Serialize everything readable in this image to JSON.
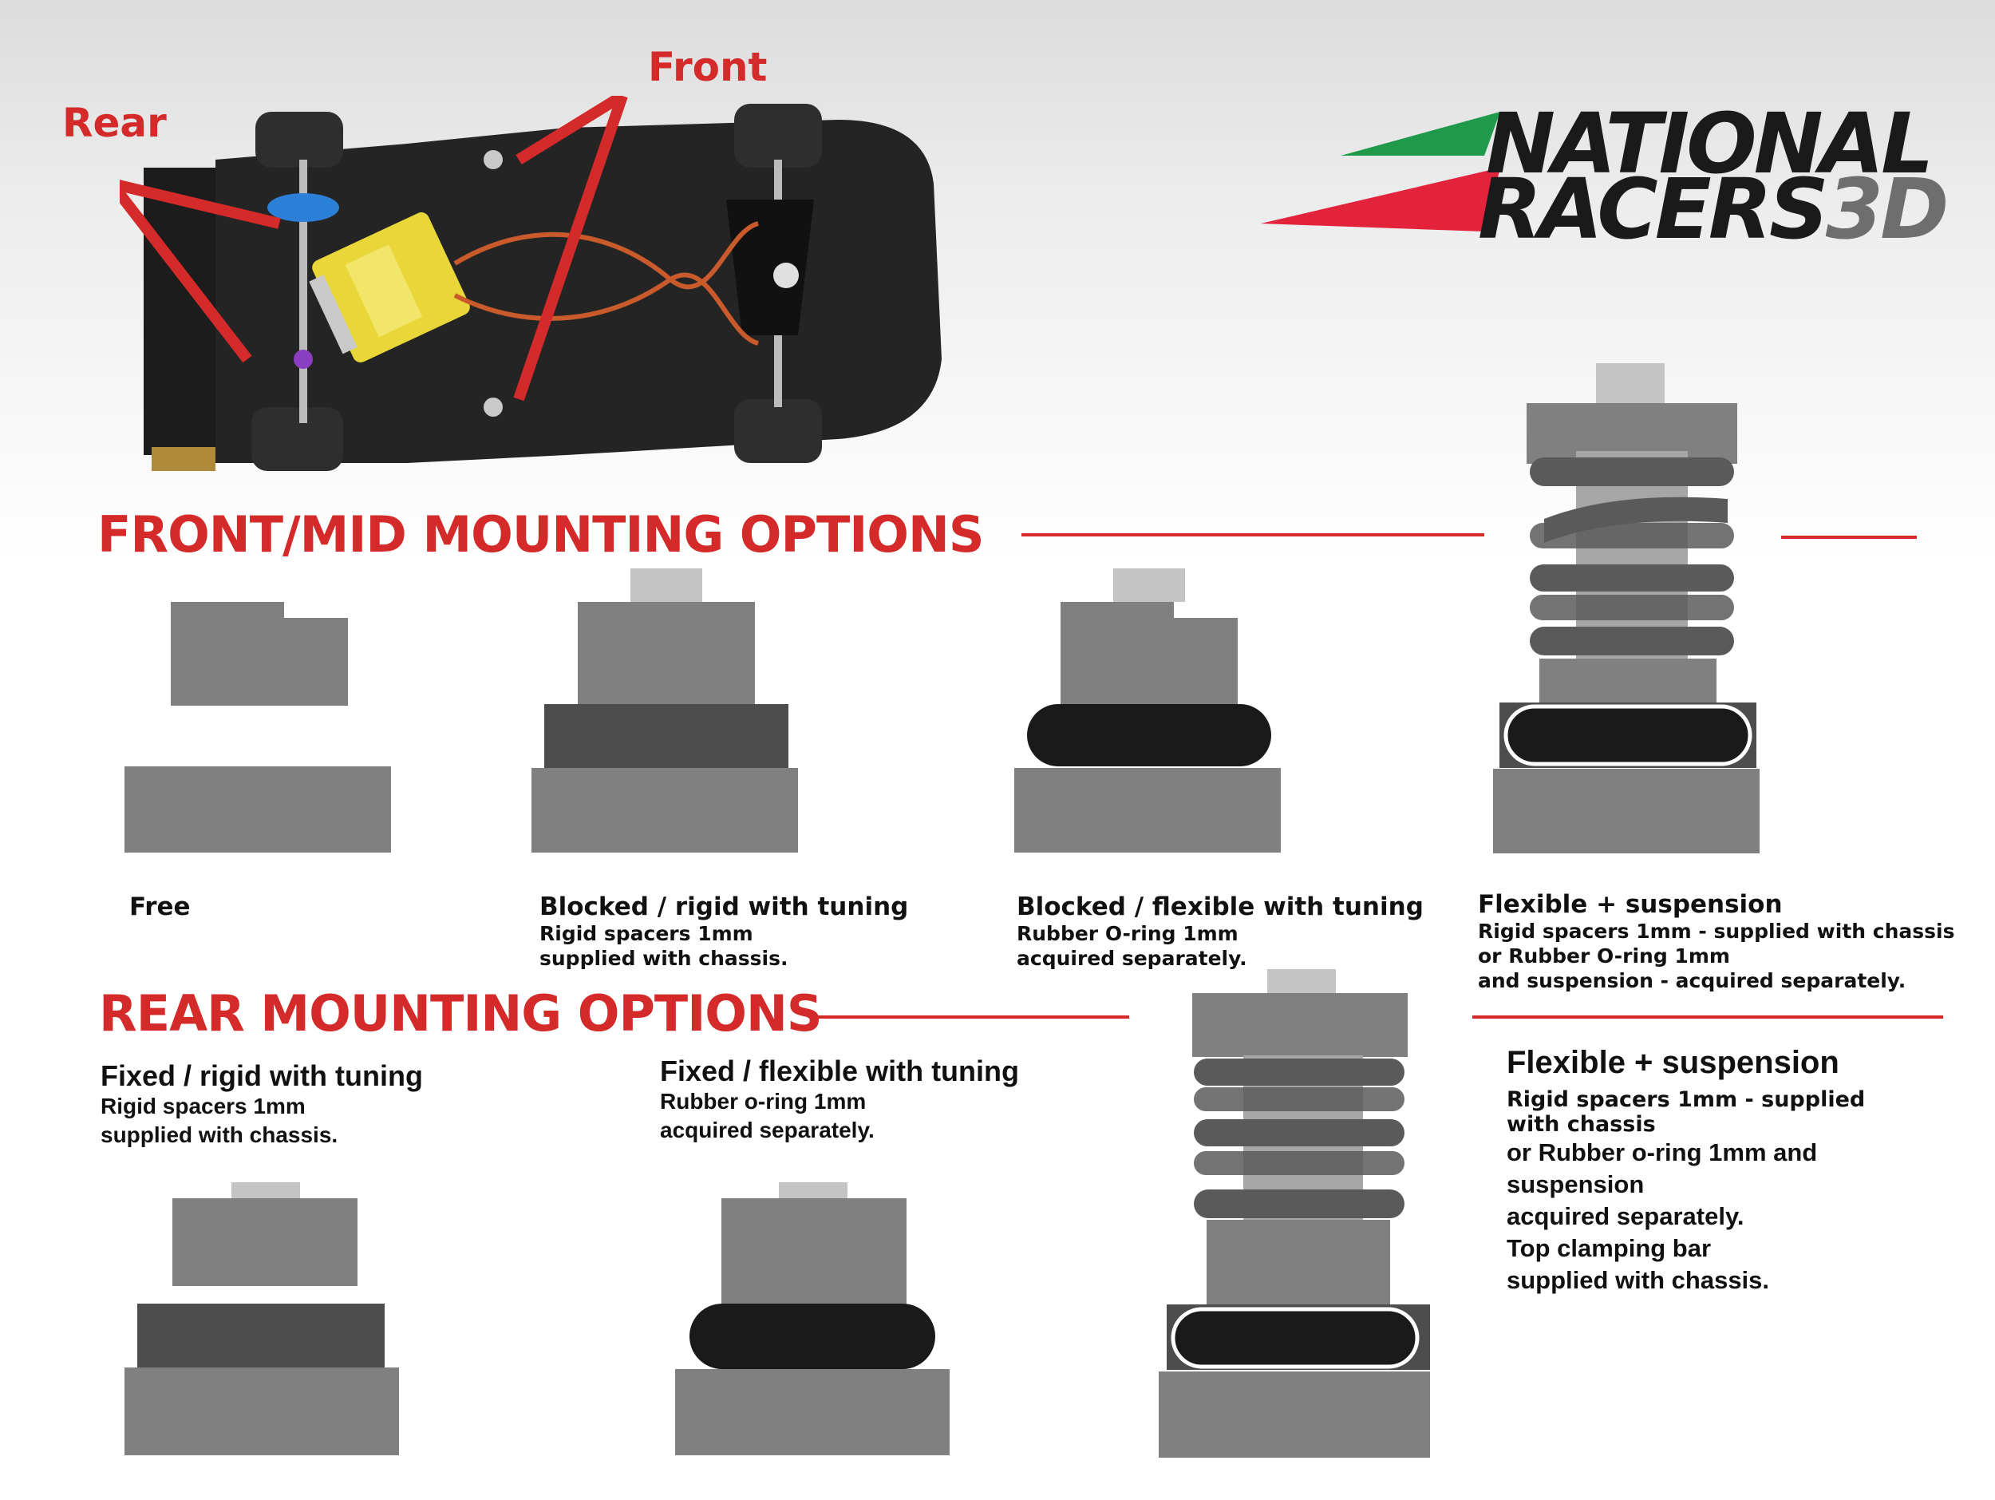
{
  "photo_labels": {
    "rear": "Rear",
    "front": "Front"
  },
  "logo": {
    "line1": "NATIONAL",
    "line2_a": "RACERS",
    "line2_b": "3D"
  },
  "front_section": {
    "heading": "FRONT/MID  MOUNTING OPTIONS",
    "options": [
      {
        "title": "Free",
        "lines": []
      },
      {
        "title": "Blocked / rigid with tuning",
        "lines": [
          "Rigid spacers 1mm",
          "supplied with chassis."
        ]
      },
      {
        "title": "Blocked / flexible with tuning",
        "lines": [
          "Rubber O-ring 1mm",
          "acquired separately."
        ]
      },
      {
        "title": "Flexible + suspension",
        "lines": [
          "Rigid spacers 1mm - supplied with chassis",
          "or Rubber O-ring 1mm",
          "and suspension - acquired separately."
        ]
      }
    ]
  },
  "rear_section": {
    "heading": "REAR MOUNTING OPTIONS",
    "options": [
      {
        "title": "Fixed / rigid with tuning",
        "lines": [
          "Rigid spacers 1mm",
          "supplied with chassis."
        ]
      },
      {
        "title": "Fixed / flexible with tuning",
        "lines": [
          "Rubber o-ring 1mm",
          "acquired separately."
        ]
      },
      {
        "title": "Flexible + suspension",
        "lines": [
          "Rigid spacers 1mm - supplied",
          "with chassis"
        ],
        "lines2": [
          "or Rubber o-ring 1mm and",
          "suspension",
          "acquired separately.",
          "Top clamping bar",
          "supplied with chassis."
        ]
      }
    ]
  },
  "colors": {
    "accent_red": "#d42a2a",
    "logo_green": "#1e9a4a",
    "logo_gray": "#6e6e6e",
    "block_gray": "#808080",
    "block_light": "#c4c4c4",
    "spacer_dark": "#4d4d4d",
    "oring_black": "#1a1a1a"
  }
}
